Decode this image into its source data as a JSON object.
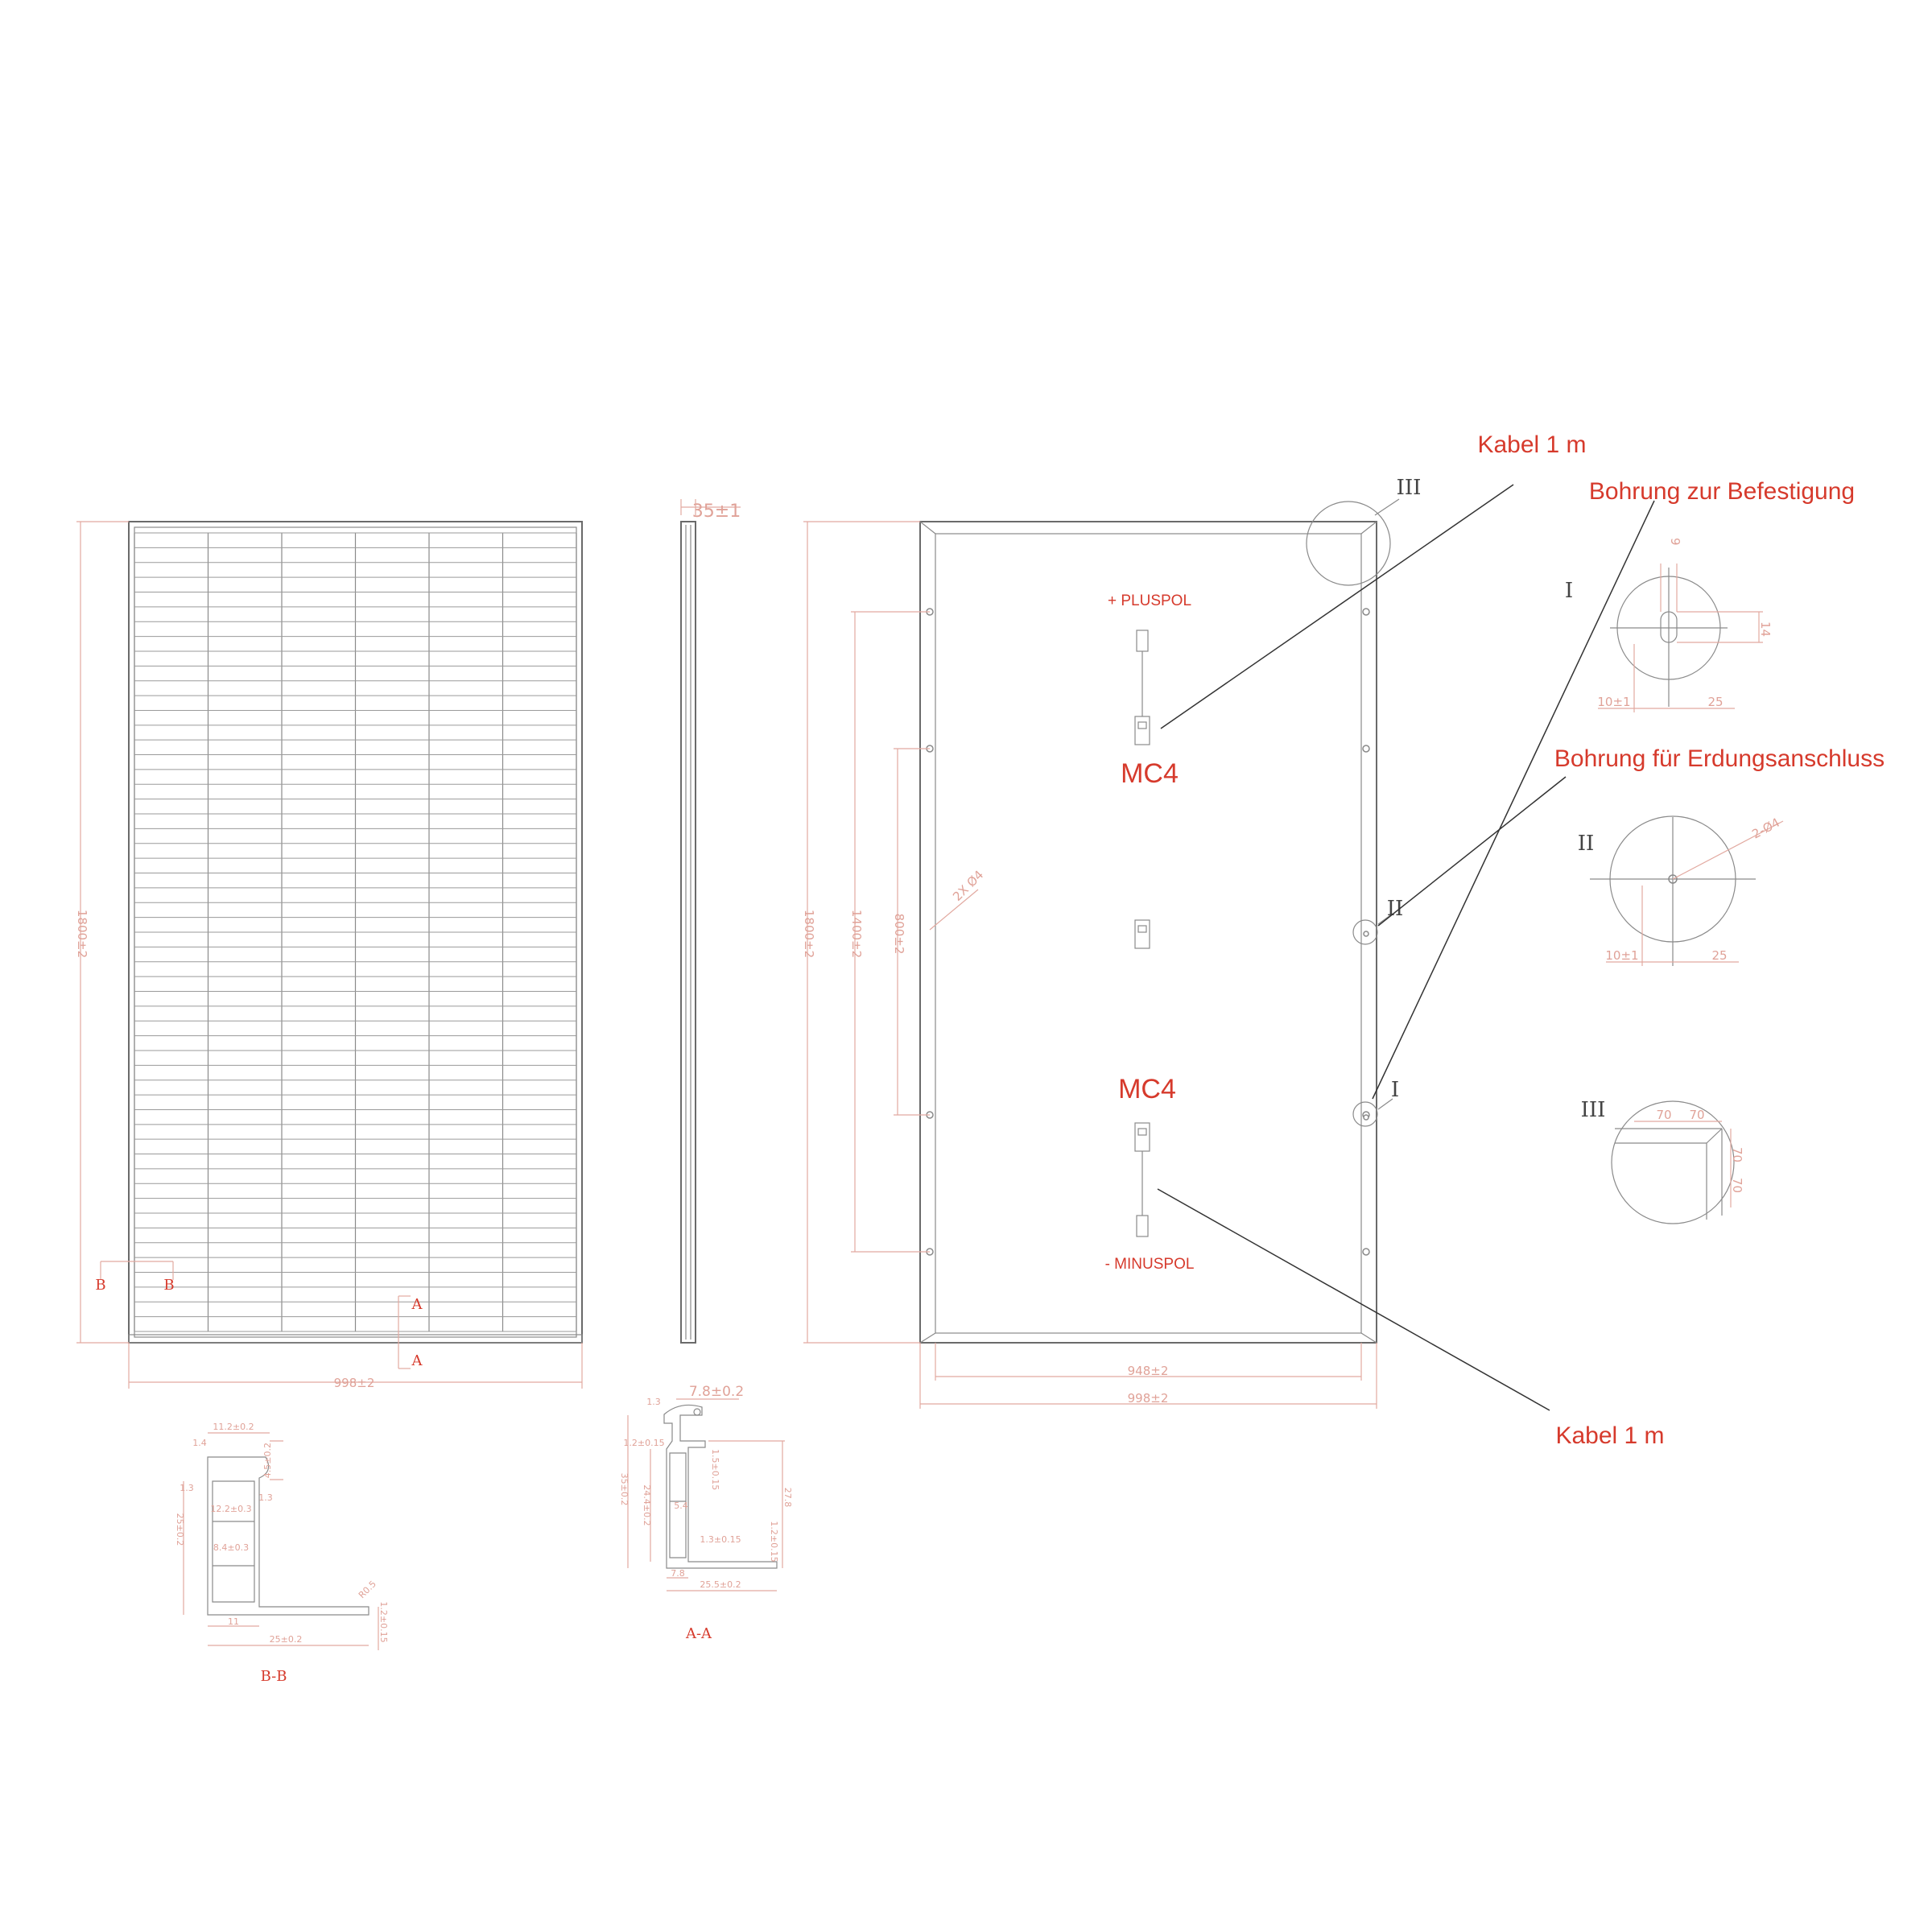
{
  "callouts": {
    "cable_top": "Kabel 1 m",
    "mount_hole": "Bohrung zur Befestigung",
    "ground_hole": "Bohrung für Erdungsanschluss",
    "cable_bottom": "Kabel 1 m"
  },
  "connectors": {
    "plus_label": "+ PLUSPOL",
    "minus_label": "- MINUSPOL",
    "mc4_top": "MC4",
    "mc4_bottom": "MC4"
  },
  "detail_marks": {
    "one": "I",
    "two": "II",
    "three": "III"
  },
  "section_marks": {
    "a": "A",
    "b": "B",
    "aa": "A-A",
    "bb": "B-B"
  },
  "dimensions": {
    "front_height": "1800±2",
    "front_width": "998±2",
    "side_thickness": "35±1",
    "back_height": "1800±2",
    "back_mount_spacing": "1400±2",
    "back_inner_spacing": "800±2",
    "back_holes": "2X Ø4",
    "back_inner_width": "948±2",
    "back_outer_width": "998±2",
    "det1_top": "9",
    "det1_right": "14",
    "det1_left": "10±1",
    "det1_right_bottom": "25",
    "det2_hole": "2-Ø4",
    "det2_left": "10±1",
    "det2_right": "25",
    "det3_top_a": "70",
    "det3_top_b": "70",
    "det3_side_a": "70",
    "det3_side_b": "70",
    "bb_top": "11.2±0.2",
    "bb_lip": "4.5±0.2",
    "bb_a": "1.4",
    "bb_b": "1.3",
    "bb_c": "1.3",
    "bb_d": "12.2±0.3",
    "bb_e": "8.4±0.3",
    "bb_height": "25±0.2",
    "bb_base_left": "11",
    "bb_flange": "25±0.2",
    "bb_thick": "1.2±0.15",
    "bb_radius": "R0.5",
    "aa_top": "7.8±0.2",
    "aa_lip": "1.3",
    "aa_a": "1.2±0.15",
    "aa_b": "1.5±0.15",
    "aa_height": "35±0.2",
    "aa_inner": "24.4±0.2",
    "aa_c": "5.4",
    "aa_d": "1.3±0.15",
    "aa_e": "27.8",
    "aa_f": "1.2±0.15",
    "aa_base": "7.8",
    "aa_flange": "25.5±0.2"
  }
}
